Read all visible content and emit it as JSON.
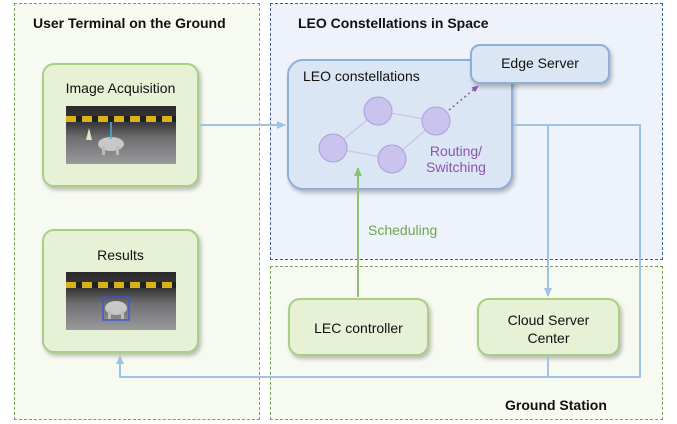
{
  "regions": {
    "user_terminal": "User Terminal on the Ground",
    "leo_space": "LEO Constellations in Space",
    "ground_station": "Ground Station"
  },
  "nodes": {
    "image_acquisition": "Image Acquisition",
    "results": "Results",
    "leo_constellations": "LEO constellations",
    "edge_server": "Edge Server",
    "lec_controller": "LEC controller",
    "cloud_server_line1": "Cloud Server",
    "cloud_server_line2": "Center"
  },
  "labels": {
    "routing_line1": "Routing/",
    "routing_line2": "Switching",
    "scheduling": "Scheduling"
  },
  "colors": {
    "blue_arrow": "#9ec3e6",
    "green_arrow": "#8fc07a",
    "purple": "#8e53b0",
    "satellite_fill": "#c9c3ee"
  }
}
